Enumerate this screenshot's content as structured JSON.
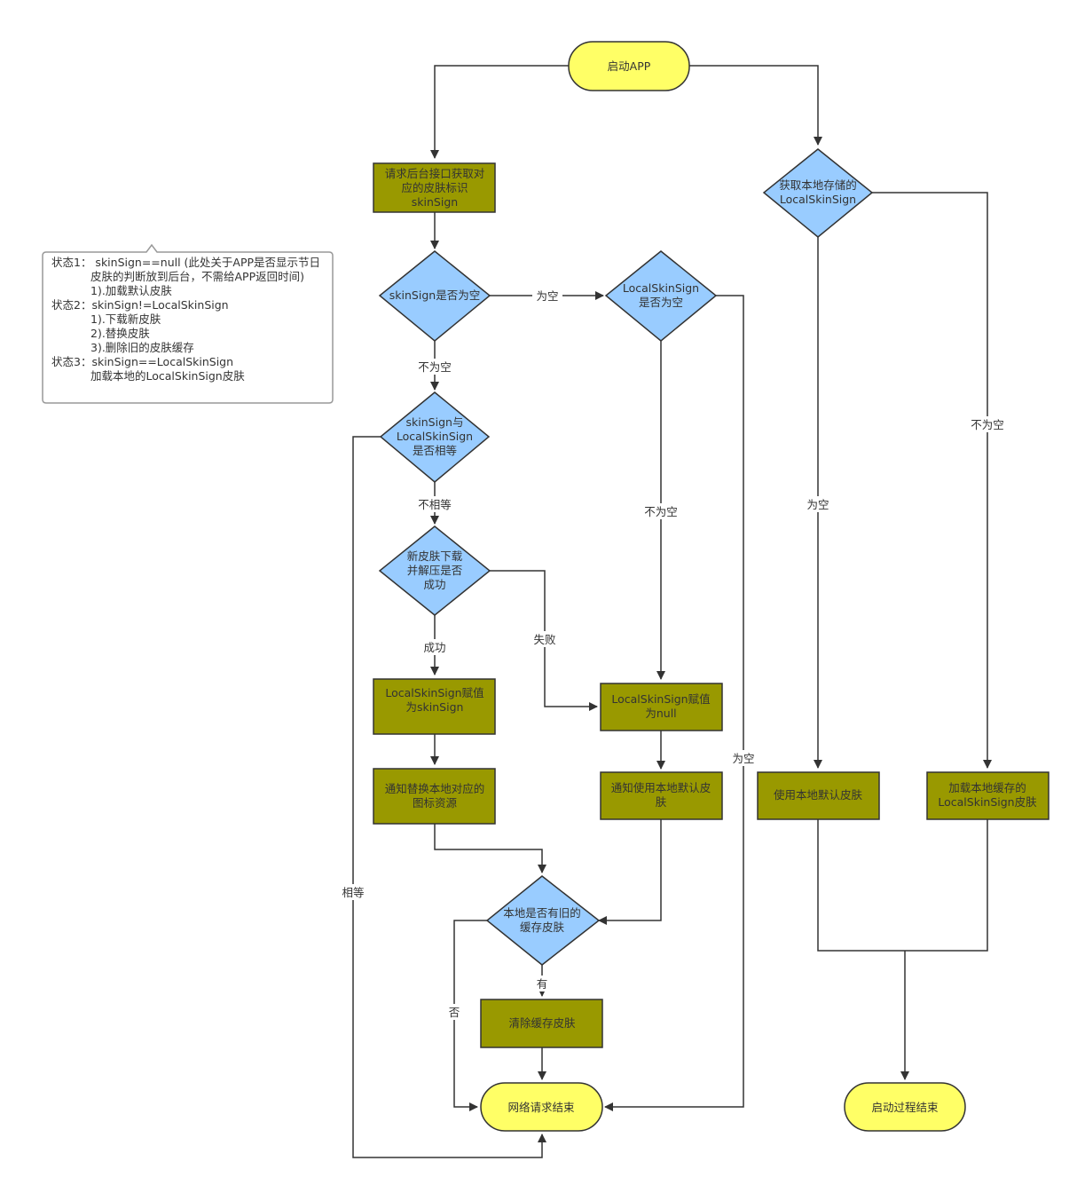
{
  "colors": {
    "terminal": "#FFFF66",
    "process": "#999900",
    "decision": "#99CCFF",
    "line": "#333333",
    "note_border": "#999999"
  },
  "nodes": {
    "start_app": "启动APP",
    "request_backend": [
      "请求后台接口获取对",
      "应的皮肤标识",
      "skinSign"
    ],
    "get_local_sign": [
      "获取本地存储的",
      "LocalSkinSign"
    ],
    "skinsign_empty": [
      "skinSign是否为空"
    ],
    "local_sign_empty": [
      "LocalSkinSign",
      "是否为空"
    ],
    "skinsign_equal": [
      "skinSign与",
      "LocalSkinSign",
      "是否相等"
    ],
    "download_success": [
      "新皮肤下载",
      "并解压是否",
      "成功"
    ],
    "assign_skinsign": [
      "LocalSkinSign赋值",
      "为skinSign"
    ],
    "assign_null": [
      "LocalSkinSign赋值",
      "为null"
    ],
    "notify_replace_icons": [
      "通知替换本地对应的",
      "图标资源"
    ],
    "notify_default_skin": [
      "通知使用本地默认皮",
      "肤"
    ],
    "use_default_skin": [
      "使用本地默认皮肤"
    ],
    "load_cached_skin": [
      "加载本地缓存的",
      "LocalSkinSign皮肤"
    ],
    "has_old_cache": [
      "本地是否有旧的",
      "缓存皮肤"
    ],
    "clear_cache": [
      "清除缓存皮肤"
    ],
    "network_end": "网络请求结束",
    "startup_end": "启动过程结束"
  },
  "edge_labels": {
    "is_empty_1": "为空",
    "not_empty_1": "不为空",
    "not_equal": "不相等",
    "success": "成功",
    "fail": "失败",
    "not_empty_2": "不为空",
    "is_empty_2": "为空",
    "equal": "相等",
    "yes_has": "有",
    "no": "否",
    "is_empty_3": "为空",
    "not_empty_3": "不为空"
  },
  "note": [
    "状态1： skinSign==null (此处关于APP是否显示节日",
    "皮肤的判断放到后台，不需给APP返回时间)",
    "1).加载默认皮肤",
    "状态2：skinSign!=LocalSkinSign",
    "1).下载新皮肤",
    "2).替换皮肤",
    "3).删除旧的皮肤缓存",
    "状态3：skinSign==LocalSkinSign",
    "加载本地的LocalSkinSign皮肤"
  ]
}
